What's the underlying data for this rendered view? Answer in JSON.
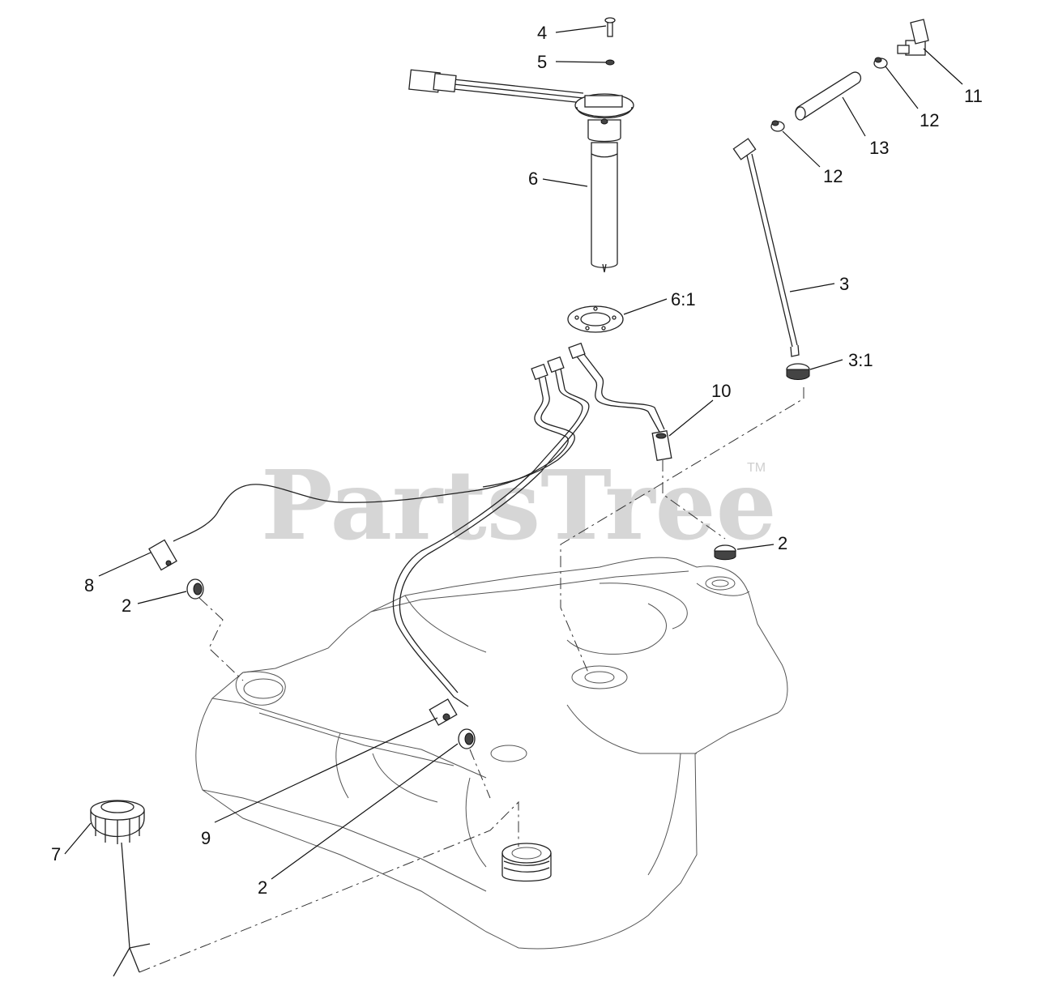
{
  "watermark": {
    "text": "PartsTree",
    "trademark": "TM"
  },
  "callouts": [
    {
      "id": "c4",
      "label": "4"
    },
    {
      "id": "c5",
      "label": "5"
    },
    {
      "id": "c6",
      "label": "6"
    },
    {
      "id": "c6-1",
      "label": "6:1"
    },
    {
      "id": "c3",
      "label": "3"
    },
    {
      "id": "c3-1",
      "label": "3:1"
    },
    {
      "id": "c11",
      "label": "11"
    },
    {
      "id": "c12a",
      "label": "12"
    },
    {
      "id": "c12b",
      "label": "12"
    },
    {
      "id": "c13",
      "label": "13"
    },
    {
      "id": "c10",
      "label": "10"
    },
    {
      "id": "c2a",
      "label": "2"
    },
    {
      "id": "c8",
      "label": "8"
    },
    {
      "id": "c2b",
      "label": "2"
    },
    {
      "id": "c9",
      "label": "9"
    },
    {
      "id": "c2c",
      "label": "2"
    },
    {
      "id": "c7",
      "label": "7"
    }
  ],
  "colors": {
    "background": "#ffffff",
    "line": "#222222",
    "watermark": "#cfcfcf"
  }
}
